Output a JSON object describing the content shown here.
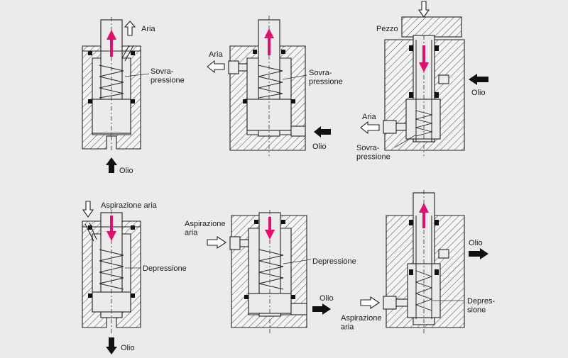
{
  "diagrams": [
    {
      "labels": {
        "air": "Aria",
        "spring": "Sovra-\npressione",
        "oil": "Olio"
      }
    },
    {
      "labels": {
        "air": "Aria",
        "spring": "Sovra-\npressione",
        "oil": "Olio"
      }
    },
    {
      "labels": {
        "part": "Pezzo",
        "oil": "Olio",
        "air": "Aria",
        "spring": "Sovra-\npressione"
      }
    },
    {
      "labels": {
        "air": "Aspirazione aria",
        "spring": "Depressione",
        "oil": "Olio"
      }
    },
    {
      "labels": {
        "air": "Aspirazione\naria",
        "spring": "Depressione",
        "oil": "Olio"
      }
    },
    {
      "labels": {
        "oil": "Olio",
        "spring": "Depres-\nsione",
        "air": "Aspirazione\naria"
      }
    }
  ],
  "colors": {
    "background": "#ebebeb",
    "motion_arrow": "#e0106e",
    "ink": "#222222"
  },
  "icons": {
    "air_flow": "white-outline-arrow",
    "oil_flow": "black-solid-arrow",
    "piston_motion": "magenta-arrow",
    "spring": "coil-spring"
  }
}
